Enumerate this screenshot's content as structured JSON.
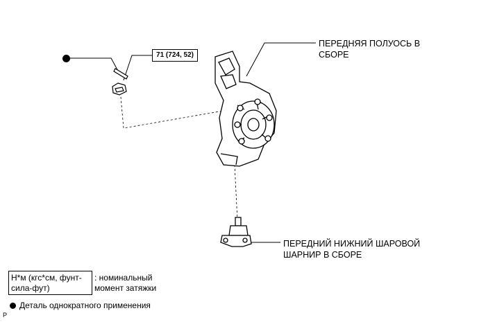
{
  "callouts": {
    "knuckle": [
      "ПЕРЕДНЯЯ ПОЛУОСЬ В",
      "СБОРЕ"
    ],
    "ball_joint": [
      "ПЕРЕДНИЙ НИЖНИЙ ШАРОВОЙ",
      "ШАРНИР В СБОРЕ"
    ]
  },
  "torque": "71 (724, 52)",
  "legend": {
    "box": [
      "Н*м (кгс*см, фунт-",
      "сила-фут)"
    ],
    "desc": [
      ": номинальный",
      "момент затяжки"
    ],
    "single_use": "Деталь однократного применения"
  },
  "figure_code": "P"
}
